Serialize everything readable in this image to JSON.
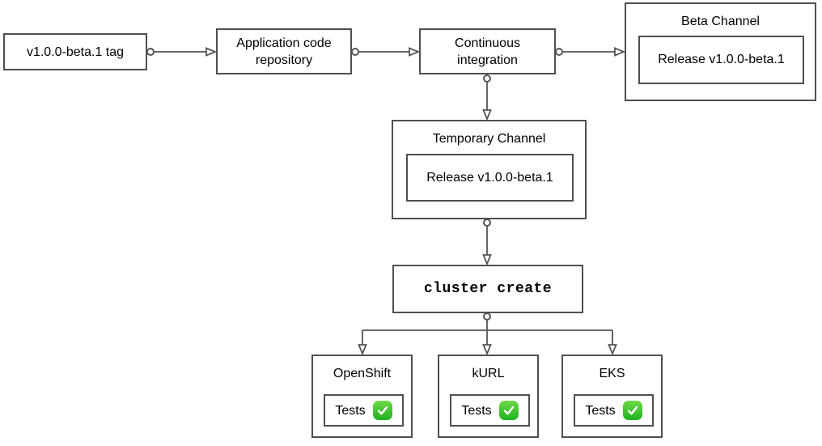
{
  "diagram": {
    "description": "Beta release CI pipeline flowchart",
    "nodes": {
      "tag": {
        "label": "v1.0.0-beta.1 tag"
      },
      "repo": {
        "label": "Application code repository"
      },
      "ci": {
        "label": "Continuous integration"
      },
      "beta_channel": {
        "title": "Beta Channel",
        "release_label": "Release v1.0.0-beta.1"
      },
      "temporary_channel": {
        "title": "Temporary Channel",
        "release_label": "Release v1.0.0-beta.1"
      },
      "cluster_create": {
        "label": "cluster create"
      },
      "clusters": [
        {
          "title": "OpenShift",
          "tests_label": "Tests",
          "status_icon": "check-mark-button"
        },
        {
          "title": "kURL",
          "tests_label": "Tests",
          "status_icon": "check-mark-button"
        },
        {
          "title": "EKS",
          "tests_label": "Tests",
          "status_icon": "check-mark-button"
        }
      ]
    },
    "edges": [
      {
        "from": "tag",
        "to": "repo"
      },
      {
        "from": "repo",
        "to": "ci"
      },
      {
        "from": "ci",
        "to": "beta_channel"
      },
      {
        "from": "ci",
        "to": "temporary_channel"
      },
      {
        "from": "temporary_channel",
        "to": "cluster_create"
      },
      {
        "from": "cluster_create",
        "to": "OpenShift"
      },
      {
        "from": "cluster_create",
        "to": "kURL"
      },
      {
        "from": "cluster_create",
        "to": "EKS"
      }
    ],
    "colors": {
      "box_border": "#4f4f4f",
      "connector": "#555555",
      "background": "#ffffff",
      "text": "#000000",
      "check_green_top": "#6fd847",
      "check_green_bottom": "#1db320",
      "check_mark": "#ffffff"
    }
  }
}
